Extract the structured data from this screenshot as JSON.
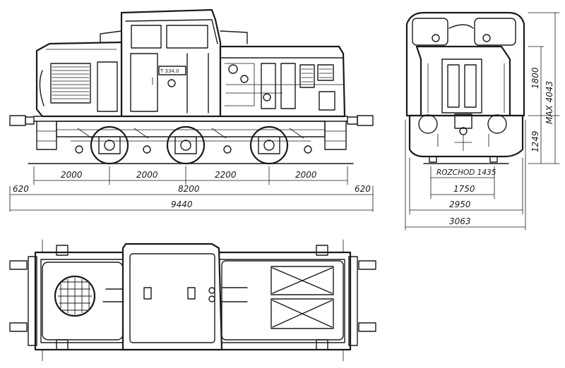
{
  "side_view": {
    "number_plate": "T 334.0",
    "dims": {
      "axle_1": "2000",
      "axle_2": "2000",
      "axle_3": "2200",
      "axle_4": "2000",
      "overhang_left": "620",
      "overhang_right": "620",
      "frame_length": "8200",
      "total_length": "9440"
    }
  },
  "front_view": {
    "gauge_label": "ROZCHOD 1435",
    "dims": {
      "upper_height": "1800",
      "max_height": "MAX 4043",
      "lower_height": "1249",
      "width_1750": "1750",
      "width_2950": "2950",
      "width_3063": "3063"
    }
  }
}
